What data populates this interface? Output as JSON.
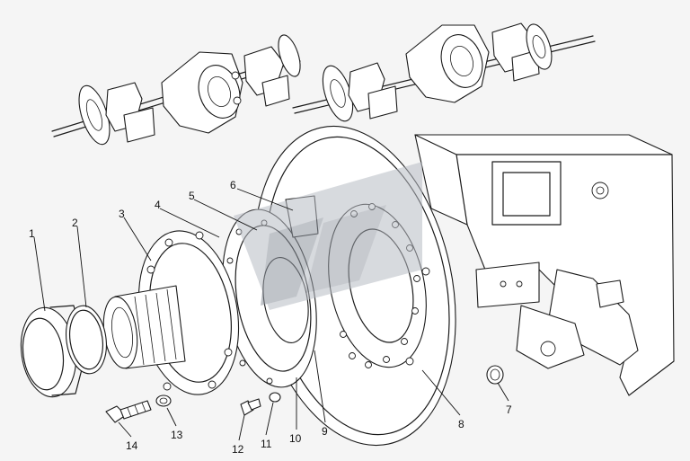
{
  "callouts": [
    {
      "id": "1",
      "text": "1"
    },
    {
      "id": "2",
      "text": "2"
    },
    {
      "id": "3",
      "text": "3"
    },
    {
      "id": "4",
      "text": "4"
    },
    {
      "id": "5",
      "text": "5"
    },
    {
      "id": "6",
      "text": "6"
    },
    {
      "id": "7",
      "text": "7"
    },
    {
      "id": "8",
      "text": "8"
    },
    {
      "id": "9",
      "text": "9"
    },
    {
      "id": "10",
      "text": "10"
    },
    {
      "id": "11",
      "text": "11"
    },
    {
      "id": "12",
      "text": "12"
    },
    {
      "id": "13",
      "text": "13"
    },
    {
      "id": "14",
      "text": "14"
    }
  ],
  "colors": {
    "line": "#1a1a1a",
    "background": "#f5f5f5",
    "watermark": "#9aa0a8"
  }
}
